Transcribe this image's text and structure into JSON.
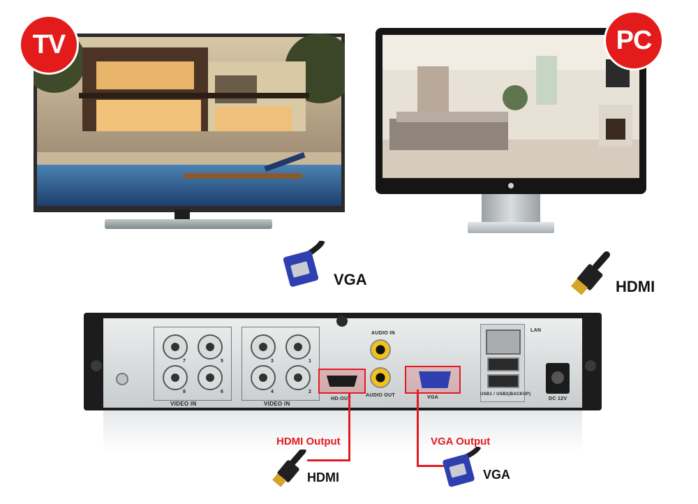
{
  "badges": {
    "tv": "TV",
    "pc": "PC"
  },
  "cables_top": {
    "vga": "VGA",
    "hdmi": "HDMI"
  },
  "cables_bottom": {
    "hdmi": "HDMI",
    "vga": "VGA"
  },
  "outputs": {
    "hdmi": "HDMI Output",
    "vga": "VGA Output"
  },
  "dvr_labels": {
    "video_in_left": "VIDEO IN",
    "video_in_right": "VIDEO IN",
    "audio_in": "AUDIO IN",
    "audio_out": "AUDIO OUT",
    "hd_out": "HD-OUT",
    "vga": "VGA",
    "lan": "LAN",
    "usb": "USB1 / USB2(BACKUP)",
    "dc": "DC 12V",
    "bnc_left": [
      "7",
      "5",
      "8",
      "6"
    ],
    "bnc_right": [
      "3",
      "1",
      "4",
      "2"
    ]
  },
  "colors": {
    "accent_red": "#e21b23",
    "badge_red": "#e41b1b",
    "vga_blue": "#2f3fb0"
  }
}
